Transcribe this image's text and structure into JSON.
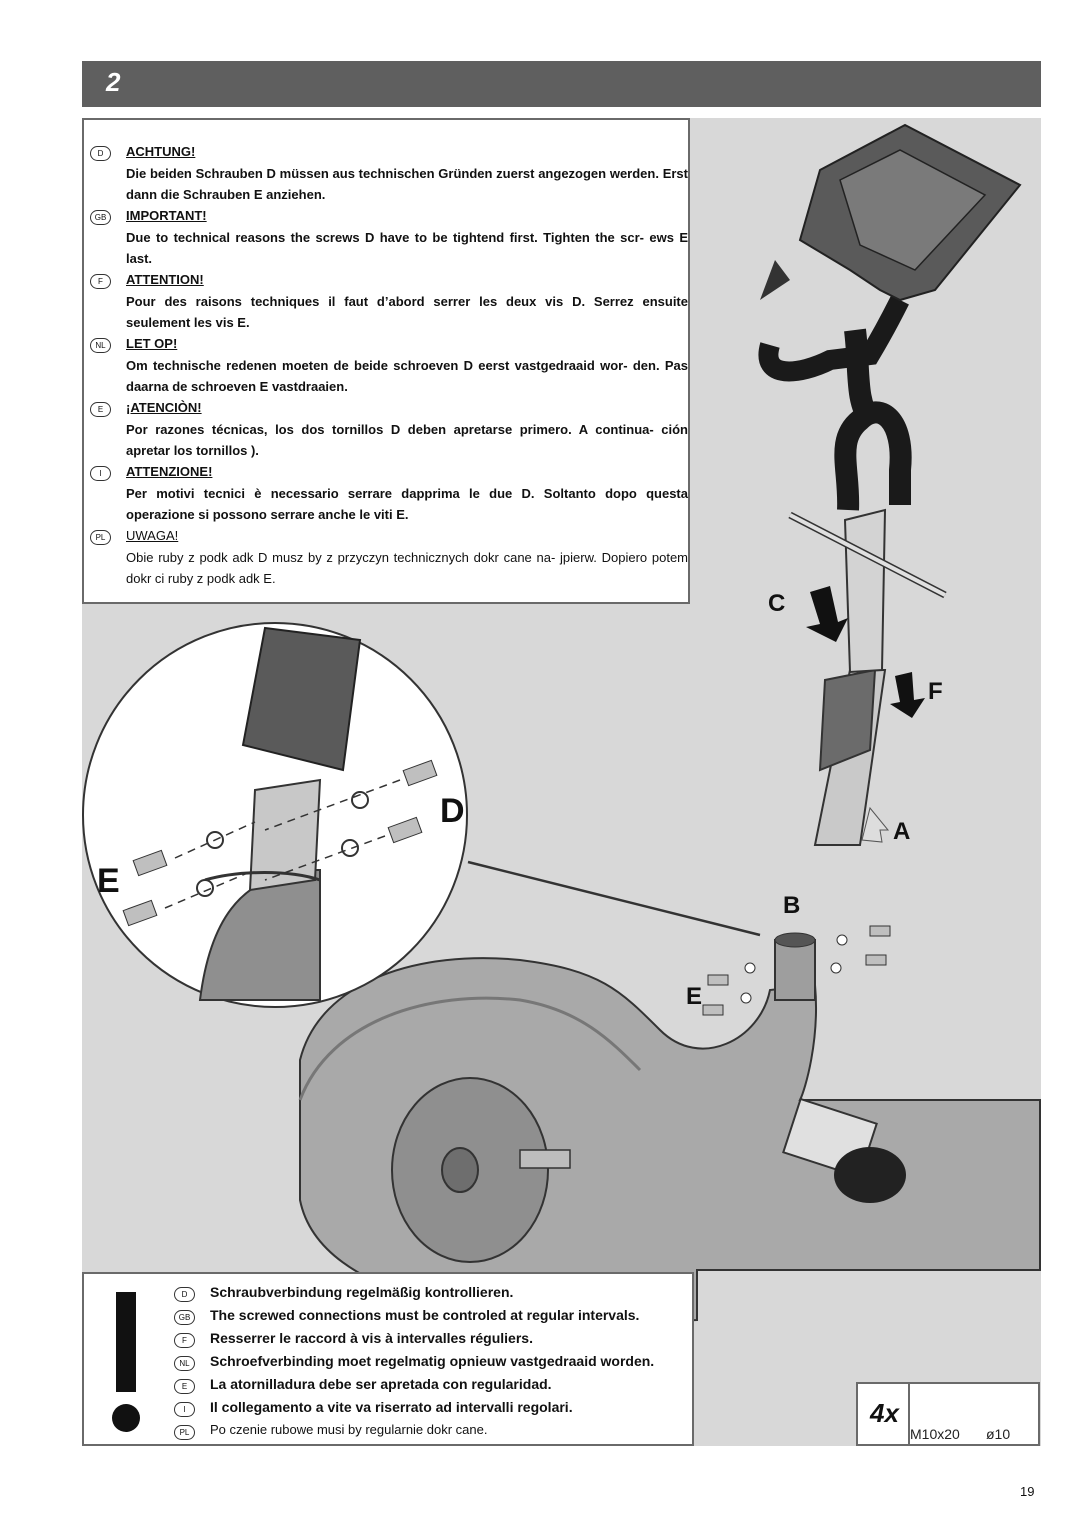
{
  "step": {
    "number": "2"
  },
  "warnings": [
    {
      "code": "D",
      "heading": "ACHTUNG!",
      "text": "Die beiden Schrauben D müssen aus technischen Gründen zuerst angezogen werden. Erst dann die Schrauben E anziehen."
    },
    {
      "code": "GB",
      "heading": "IMPORTANT!",
      "text": "Due to technical reasons the screws D have to be tightend first. Tighten the scr- ews E last."
    },
    {
      "code": "F",
      "heading": "ATTENTION!",
      "text": "Pour des raisons techniques il faut d’abord serrer les deux vis D. Serrez ensuite seulement les vis E."
    },
    {
      "code": "NL",
      "heading": "LET OP!",
      "text": "Om technische redenen moeten de beide schroeven D eerst vastgedraaid wor- den. Pas daarna de schroeven E vastdraaien."
    },
    {
      "code": "E",
      "heading": "¡ATENCIÒN!",
      "text": "Por razones técnicas, los dos tornillos D deben apretarse primero. A continua- ción apretar los tornillos )."
    },
    {
      "code": "I",
      "heading": "ATTENZIONE!",
      "text": "Per motivi tecnici è necessario serrare dapprima le due D. Soltanto dopo questa operazione si possono serrare anche le viti E."
    },
    {
      "code": "PL",
      "heading": "UWAGA!",
      "text": "Obie ruby z podk adk D musz by z przyczyn technicznych dokr cane na- jpierw. Dopiero potem dokr ci ruby z podk adk E."
    }
  ],
  "callouts": {
    "c": "C",
    "f": "F",
    "a": "A",
    "b": "B",
    "e": "E",
    "detail_d": "D",
    "detail_e": "E"
  },
  "notes": [
    {
      "code": "D",
      "text": "Schraubverbindung regelmäßig kontrollieren."
    },
    {
      "code": "GB",
      "text": "The screwed connections must be controled at regular intervals."
    },
    {
      "code": "F",
      "text": "Resserrer le raccord à vis à intervalles réguliers."
    },
    {
      "code": "NL",
      "text": "Schroefverbinding moet regelmatig opnieuw vastgedraaid worden."
    },
    {
      "code": "E",
      "text": "La atornilladura debe ser apretada con regularidad."
    },
    {
      "code": "I",
      "text": "Il collegamento a vite va riserrato ad intervalli regolari."
    },
    {
      "code": "PL",
      "text": "Po czenie rubowe musi by regularnie dokr cane."
    }
  ],
  "parts": {
    "quantity": "4x",
    "bolt": "M10x20",
    "washer": "ø10"
  },
  "page": {
    "number": "19"
  }
}
